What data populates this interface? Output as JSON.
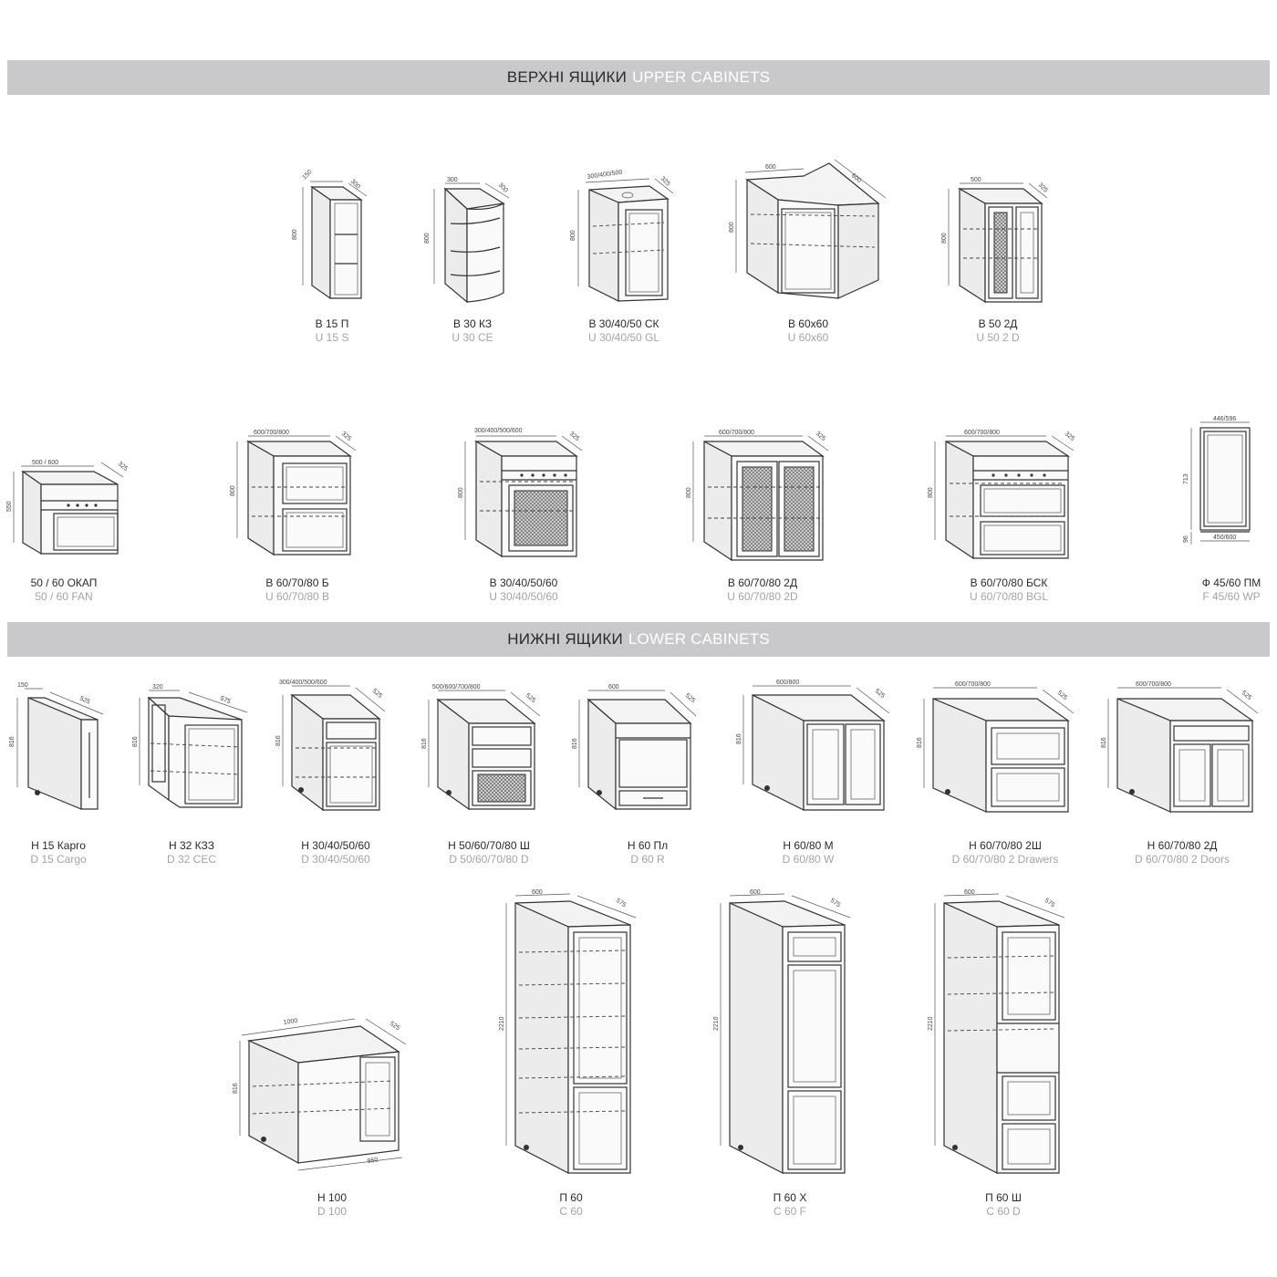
{
  "colors": {
    "band_bg": "#c9c9cb",
    "band_en": "#ffffff",
    "caption_en": "#a3a3a3"
  },
  "upper_band": {
    "ua": "ВЕРХНІ ЯЩИКИ",
    "en": "UPPER CABINETS"
  },
  "lower_band": {
    "ua": "НИЖНІ ЯЩИКИ",
    "en": "LOWER CABINETS"
  },
  "upper": [
    {
      "ua": "В 15 П",
      "en": "U 15 S",
      "dims": [
        "150",
        "300",
        "800"
      ]
    },
    {
      "ua": "В 30 КЗ",
      "en": "U 30 CE",
      "dims": [
        "300",
        "300",
        "800"
      ]
    },
    {
      "ua": "В 30/40/50 СК",
      "en": "U 30/40/50 GL",
      "dims": [
        "300/400/500",
        "325",
        "800"
      ]
    },
    {
      "ua": "В 60х60",
      "en": "U 60x60",
      "dims": [
        "600",
        "600",
        "800"
      ]
    },
    {
      "ua": "В 50 2Д",
      "en": "U 50 2 D",
      "dims": [
        "500",
        "325",
        "800"
      ]
    },
    {
      "ua": "50 / 60 ОКАП",
      "en": "50 / 60 FAN",
      "dims": [
        "500 / 600",
        "325",
        "550"
      ]
    },
    {
      "ua": "В 60/70/80 Б",
      "en": "U 60/70/80 B",
      "dims": [
        "600/700/800",
        "325",
        "800"
      ]
    },
    {
      "ua": "В  30/40/50/60",
      "en": "U  30/40/50/60",
      "dims": [
        "300/400/500/600",
        "325",
        "800"
      ]
    },
    {
      "ua": "В 60/70/80 2Д",
      "en": "U 60/70/80 2D",
      "dims": [
        "600/700/800",
        "325",
        "800"
      ]
    },
    {
      "ua": "В 60/70/80 БСК",
      "en": "U 60/70/80 BGL",
      "dims": [
        "600/700/800",
        "325",
        "800"
      ]
    },
    {
      "ua": "Ф 45/60 ПМ",
      "en": "F 45/60 WP",
      "dims": [
        "446/596",
        "713",
        "96",
        "450/600"
      ]
    }
  ],
  "lower": [
    {
      "ua": "Н 15 Карго",
      "en": "D 15 Cargo",
      "dims": [
        "150",
        "525",
        "816"
      ]
    },
    {
      "ua": "Н 32 КЗЗ",
      "en": "D 32 CEC",
      "dims": [
        "320",
        "575",
        "816"
      ]
    },
    {
      "ua": "Н 30/40/50/60",
      "en": "D 30/40/50/60",
      "dims": [
        "300/400/500/600",
        "525",
        "816"
      ]
    },
    {
      "ua": "Н 50/60/70/80 Ш",
      "en": "D 50/60/70/80 D",
      "dims": [
        "500/600/700/800",
        "525",
        "816"
      ]
    },
    {
      "ua": "Н 60 Пл",
      "en": "D 60 R",
      "dims": [
        "600",
        "525",
        "816"
      ]
    },
    {
      "ua": "Н 60/80 М",
      "en": "D 60/80 W",
      "dims": [
        "600/800",
        "525",
        "816"
      ]
    },
    {
      "ua": "Н 60/70/80 2Ш",
      "en": "D 60/70/80 2 Drawers",
      "dims": [
        "600/700/800",
        "525",
        "816"
      ]
    },
    {
      "ua": "Н 60/70/80 2Д",
      "en": "D 60/70/80 2 Doors",
      "dims": [
        "600/700/800",
        "525",
        "816"
      ]
    },
    {
      "ua": "Н 100",
      "en": "D 100",
      "dims": [
        "1000",
        "525",
        "816",
        "950"
      ]
    },
    {
      "ua": "П 60",
      "en": "C 60",
      "dims": [
        "600",
        "575",
        "2210"
      ]
    },
    {
      "ua": "П 60 Х",
      "en": "C 60 F",
      "dims": [
        "600",
        "575",
        "2210"
      ]
    },
    {
      "ua": "П 60 Ш",
      "en": "C 60 D",
      "dims": [
        "600",
        "575",
        "2210"
      ]
    }
  ]
}
